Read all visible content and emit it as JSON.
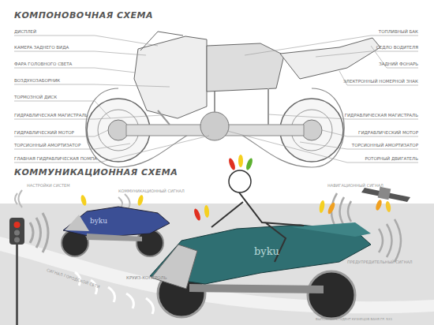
{
  "diagram": {
    "title": "КОМПОНОВОЧНАЯ СХЕМА",
    "labels": [
      "ДИСПЛЕЙ",
      "КАМЕРА ЗАДНЕГО ВИДА",
      "ФАРА ГОЛОВНОГО СВЕТА",
      "ВОЗДУХОЗАБОРНИК",
      "ТОРМОЗНОЙ ДИСК",
      "ГИДРАВЛИЧЕСКАЯ МАГИСТРАЛЬ",
      "ГИДРАВЛИЧЕСКИЙ МОТОР",
      "ТОРСИОННЫЙ АМОРТИЗАТОР",
      "ГЛАВНАЯ ГИДРАВЛИЧЕСКАЯ ПОМПА",
      "ТОПЛИВНЫЙ БАК",
      "СЕДЛО ВОДИТЕЛЯ",
      "ЗАДНИЙ ФОНАРЬ",
      "ЭЛЕКТРОННЫЙ НОМЕРНОЙ ЗНАК",
      "ГИДРАВЛИЧЕСКАЯ МАГИСТРАЛЬ",
      "ГИДРАВЛИЧЕСКИЙ МОТОР",
      "ТОРСИОННЫЙ АМОРТИЗАТОР",
      "РОТОРНЫЙ ДВИГАТЕЛЬ",
      "КОММУНИКАЦИОННАЯ СХЕМА",
      "НАСТРОЙКИ СИСТЕМ",
      "КОММУНИКАЦИОННЫЙ СИГНАЛ",
      "НАВИГАЦИОННЫЙ СИГНАЛ",
      "ПРЕДУПРЕДИТЕЛЬНЫЙ СИГНАЛ",
      "СИГНАЛ ГОРОДСКОЙ СЕТИ",
      "КРУИЗ-КОНТРОЛЬ",
      "byku",
      "byku",
      "ВЫПОЛНИЛ СТУДЕНТ КУЗНЕЦОВ ВАНЯ ГР. 5Х1"
    ]
  }
}
